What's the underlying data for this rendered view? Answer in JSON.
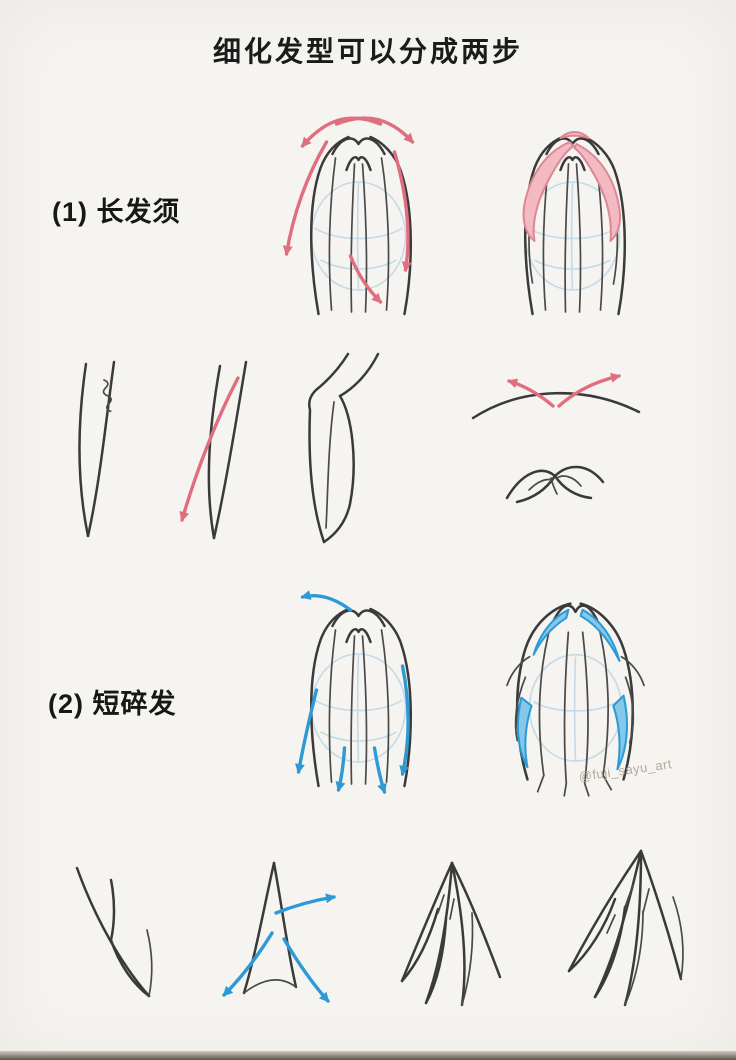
{
  "page": {
    "title": "细化发型可以分成两步"
  },
  "sections": [
    {
      "label": "(1) 长发须"
    },
    {
      "label": "(2) 短碎发"
    }
  ],
  "watermark": "@fuji_sayu_art",
  "colors": {
    "background": "#f6f4f0",
    "ink": "#3a3a3a",
    "guide_blue": "#c3dbe8",
    "arrow_pink": "#e06e7e",
    "strand_pink_fill": "#f3bac3",
    "arrow_blue": "#2d9ad6",
    "strand_blue_fill": "#85c8ea",
    "watermark_gray": "#b3aa9d"
  }
}
